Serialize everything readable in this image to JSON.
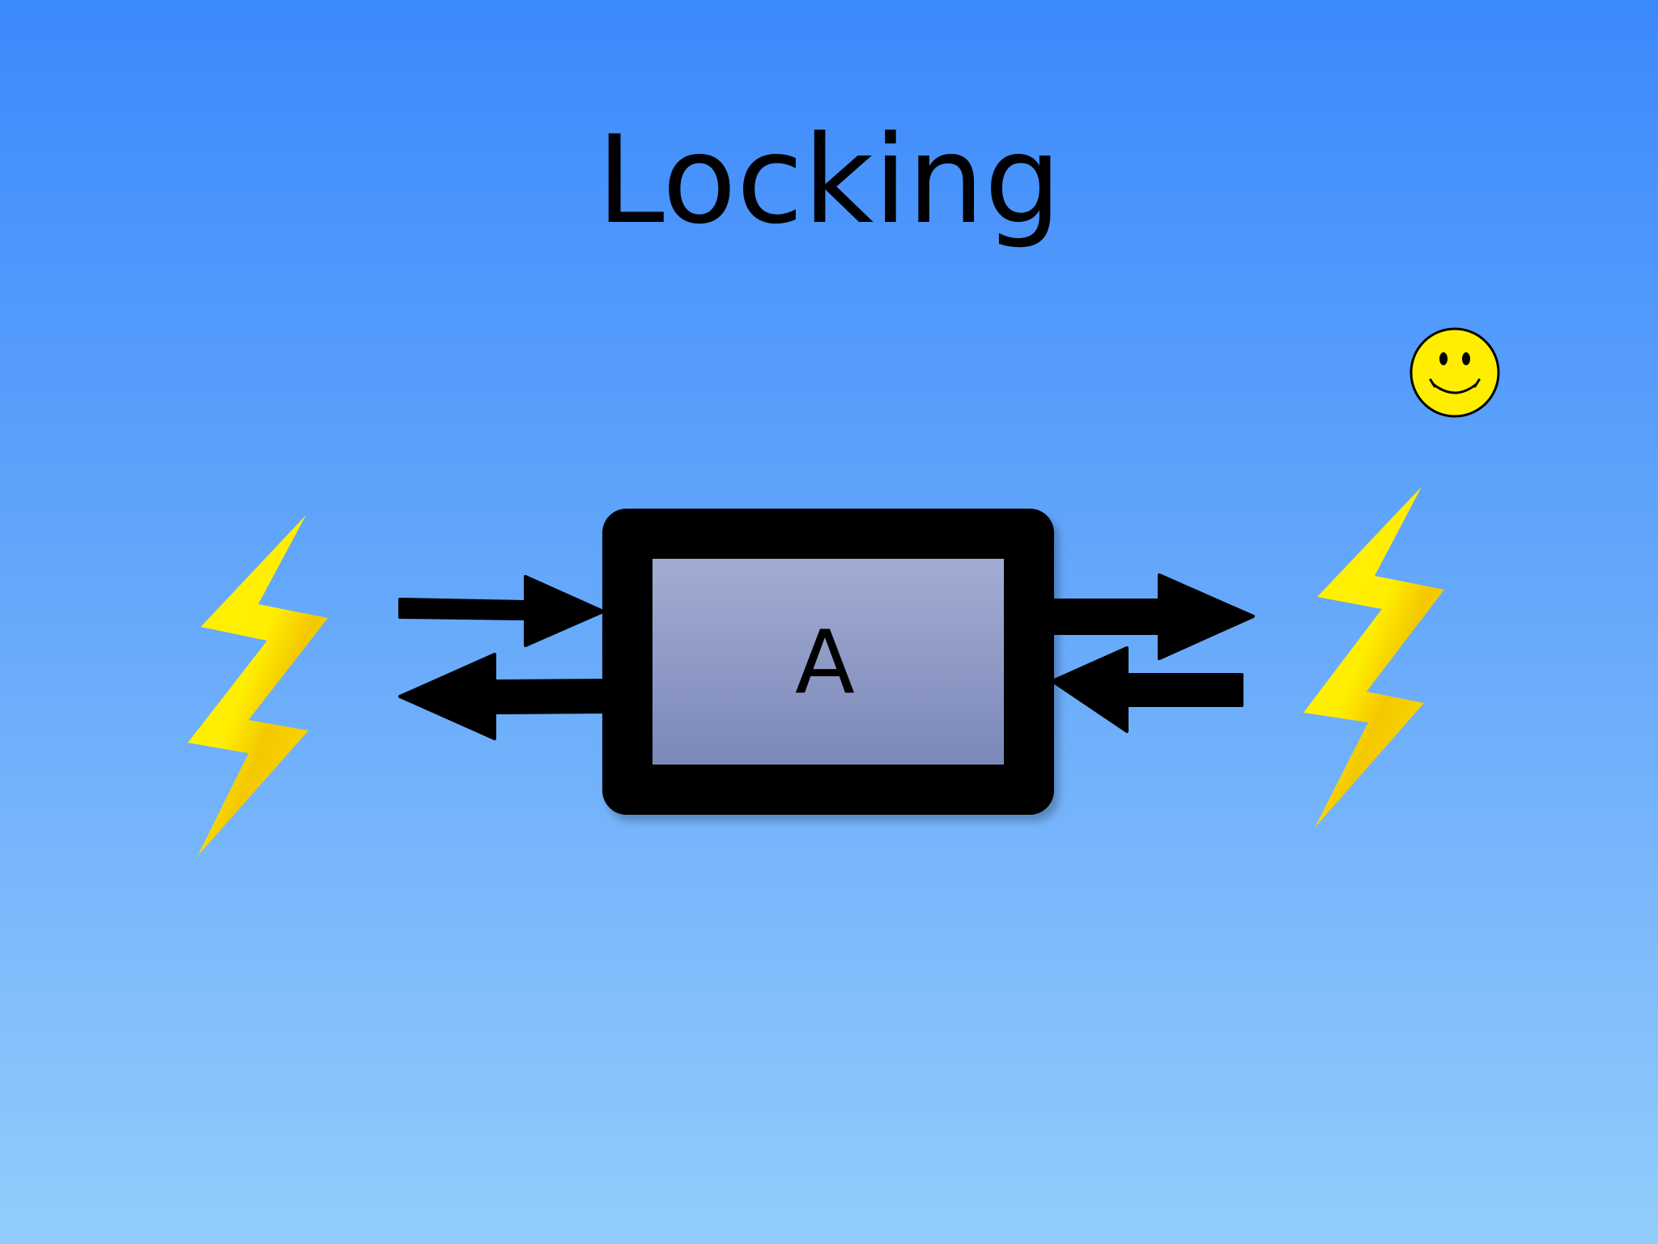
{
  "slide": {
    "title": "Locking",
    "colors": {
      "background_top": "#3c89fd",
      "background_bottom": "#92cdfc",
      "lightning": "#ffe900",
      "smiley": "#ffee00",
      "box_fill": "#8f9fcc"
    }
  },
  "diagram": {
    "box": {
      "label": "A"
    },
    "left_arrows": [
      "arrow-right-in",
      "arrow-left-out"
    ],
    "right_arrows": [
      "arrow-right-out",
      "arrow-left-in"
    ],
    "icons": [
      "lightning-bolt-icon",
      "lightning-bolt-icon",
      "smiley-face-icon"
    ]
  }
}
